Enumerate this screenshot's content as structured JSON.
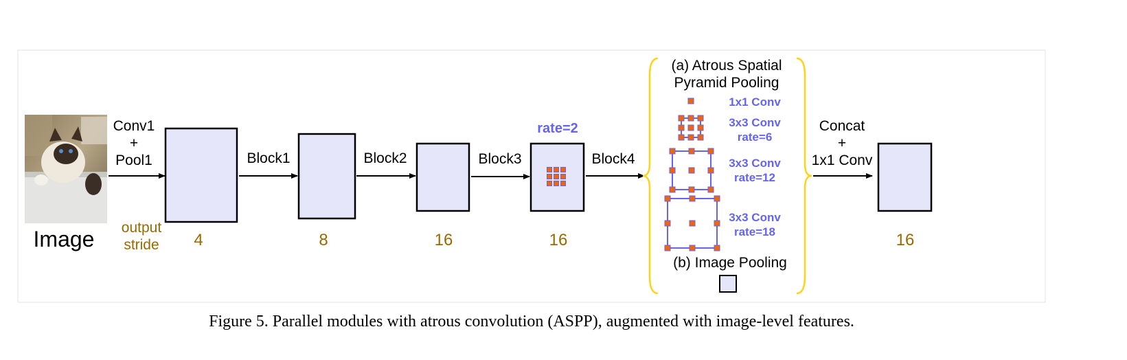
{
  "colors": {
    "box_fill": "#e6e6fa",
    "box_stroke": "#000000",
    "output_stride": "#9a6a00",
    "aspp_blue": "#6464f0",
    "kernel_orange": "#f0640a",
    "brace_yellow": "#ffd21e",
    "frame": "#ececec"
  },
  "input": {
    "image_label": "Image",
    "image_icon": "cat-photo"
  },
  "stem": {
    "line1": "Conv1",
    "line2": "+",
    "line3": "Pool1"
  },
  "output_stride_label": {
    "line1": "output",
    "line2": "stride"
  },
  "stages": [
    {
      "name": "conv1-pool1",
      "stride": "4"
    },
    {
      "name": "block1",
      "stride": "8",
      "arrow_label": "Block1"
    },
    {
      "name": "block2",
      "stride": "16",
      "arrow_label": "Block2"
    },
    {
      "name": "block3",
      "stride": "16",
      "arrow_label": "Block3",
      "rate_label": "rate=2"
    }
  ],
  "block4_label": "Block4",
  "aspp": {
    "title_line1": "(a) Atrous Spatial",
    "title_line2": "Pyramid Pooling",
    "branches": [
      {
        "line1": "1x1 Conv",
        "line2": "",
        "rate": 1,
        "kernel": 1
      },
      {
        "line1": "3x3 Conv",
        "line2": "rate=6",
        "rate": 6,
        "kernel": 3
      },
      {
        "line1": "3x3 Conv",
        "line2": "rate=12",
        "rate": 12,
        "kernel": 3
      },
      {
        "line1": "3x3 Conv",
        "line2": "rate=18",
        "rate": 18,
        "kernel": 3
      }
    ],
    "image_pooling_label": "(b) Image Pooling"
  },
  "concat": {
    "line1": "Concat",
    "line2": "+",
    "line3": "1x1 Conv"
  },
  "final": {
    "stride": "16"
  },
  "caption": "Figure 5. Parallel modules with atrous convolution (ASPP), augmented with image-level features."
}
